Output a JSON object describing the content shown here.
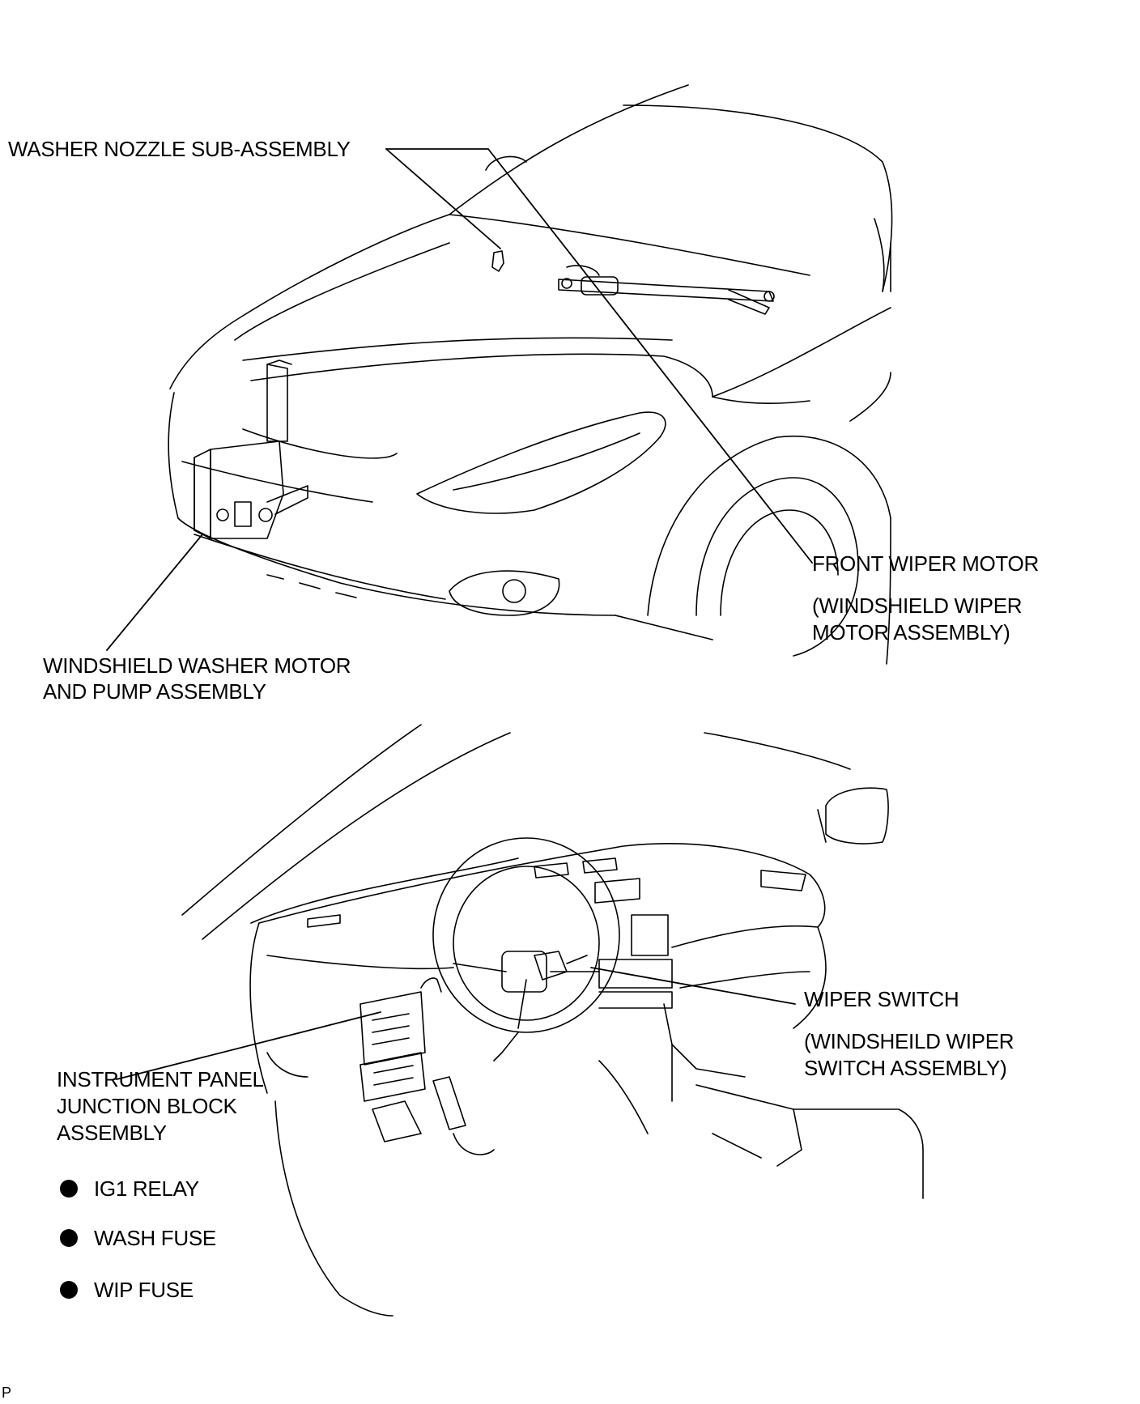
{
  "diagram": {
    "labels": {
      "washer_nozzle": "WASHER NOZZLE SUB-ASSEMBLY",
      "front_wiper_motor": "FRONT WIPER MOTOR",
      "front_wiper_motor_sub_1": "(WINDSHIELD WIPER",
      "front_wiper_motor_sub_2": "MOTOR ASSEMBLY)",
      "washer_motor_1": "WINDSHIELD WASHER MOTOR",
      "washer_motor_2": "AND PUMP ASSEMBLY",
      "wiper_switch": "WIPER SWITCH",
      "wiper_switch_sub_1": "(WINDSHEILD WIPER",
      "wiper_switch_sub_2": "SWITCH ASSEMBLY)",
      "junction_block_1": "INSTRUMENT PANEL",
      "junction_block_2": "JUNCTION BLOCK",
      "junction_block_3": "ASSEMBLY"
    },
    "bullets": [
      "IG1 RELAY",
      "WASH FUSE",
      "WIP FUSE"
    ],
    "footer": "P"
  }
}
